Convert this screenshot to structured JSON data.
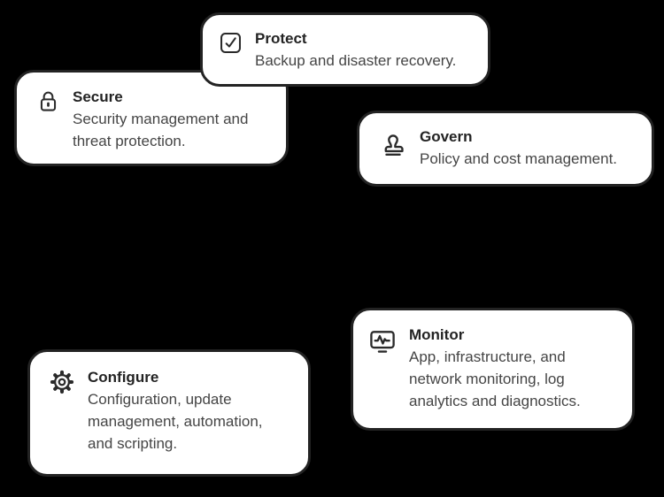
{
  "illustration": {
    "background_color": "#000000",
    "card_fill": "#ffffff",
    "card_border_color": "#232323",
    "title_color": "#232323",
    "description_color": "#454545",
    "icon_color": "#2a2a2a"
  },
  "cards": [
    {
      "id": "protect",
      "icon": "checkbox-check-icon",
      "title": "Protect",
      "description": "Backup and disaster recovery."
    },
    {
      "id": "secure",
      "icon": "lock-icon",
      "title": "Secure",
      "description": "Security management and\nthreat protection."
    },
    {
      "id": "govern",
      "icon": "stamp-icon",
      "title": "Govern",
      "description": "Policy and cost management."
    },
    {
      "id": "monitor",
      "icon": "monitor-pulse-icon",
      "title": "Monitor",
      "description": "App, infrastructure, and\nnetwork monitoring, log\nanalytics and diagnostics."
    },
    {
      "id": "configure",
      "icon": "gear-icon",
      "title": "Configure",
      "description": "Configuration, update\nmanagement, automation,\nand scripting."
    }
  ]
}
